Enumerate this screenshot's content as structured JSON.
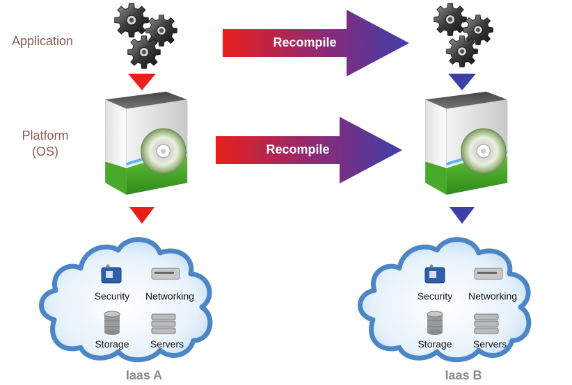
{
  "rows": {
    "application_label": "Application",
    "platform_label_line1": "Platform",
    "platform_label_line2": "(OS)"
  },
  "arrows": {
    "top_label": "Recompile",
    "bottom_label": "Recompile"
  },
  "clouds": [
    {
      "name": "Iaas A",
      "services": [
        "Security",
        "Networking",
        "Storage",
        "Servers"
      ],
      "arrow_color": "#e8201c"
    },
    {
      "name": "Iaas B",
      "services": [
        "Security",
        "Networking",
        "Storage",
        "Servers"
      ],
      "arrow_color": "#3d3fa8"
    }
  ],
  "icons": [
    "gears-icon",
    "software-box-icon",
    "cloud-icon",
    "security-badge-icon",
    "network-device-icon",
    "database-icon",
    "server-rack-icon"
  ],
  "colors": {
    "label_text": "#8a5a56",
    "arrow_start": "#e8201c",
    "arrow_end": "#3d3fa8",
    "cloud_fill": "#e6f2fb",
    "cloud_edge": "#4d86c4",
    "cloud_name": "#8a8a8a"
  }
}
